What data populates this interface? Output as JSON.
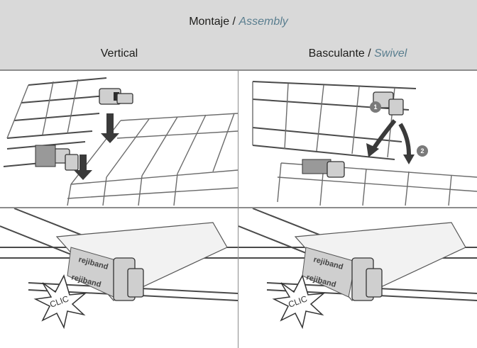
{
  "header": {
    "title_main": "Montaje / ",
    "title_accent": "Assembly",
    "col_left": "Vertical",
    "col_right_main": "Basculante / ",
    "col_right_accent": "Swivel"
  },
  "steps": {
    "one": "1",
    "two": "2"
  },
  "clic": {
    "left": "CLIC",
    "right": "CLIC"
  },
  "brand": {
    "text": "rejiband"
  },
  "colors": {
    "header_bg": "#d9d9d9",
    "accent": "#5a7e8f",
    "divider": "#8c8c8c"
  }
}
